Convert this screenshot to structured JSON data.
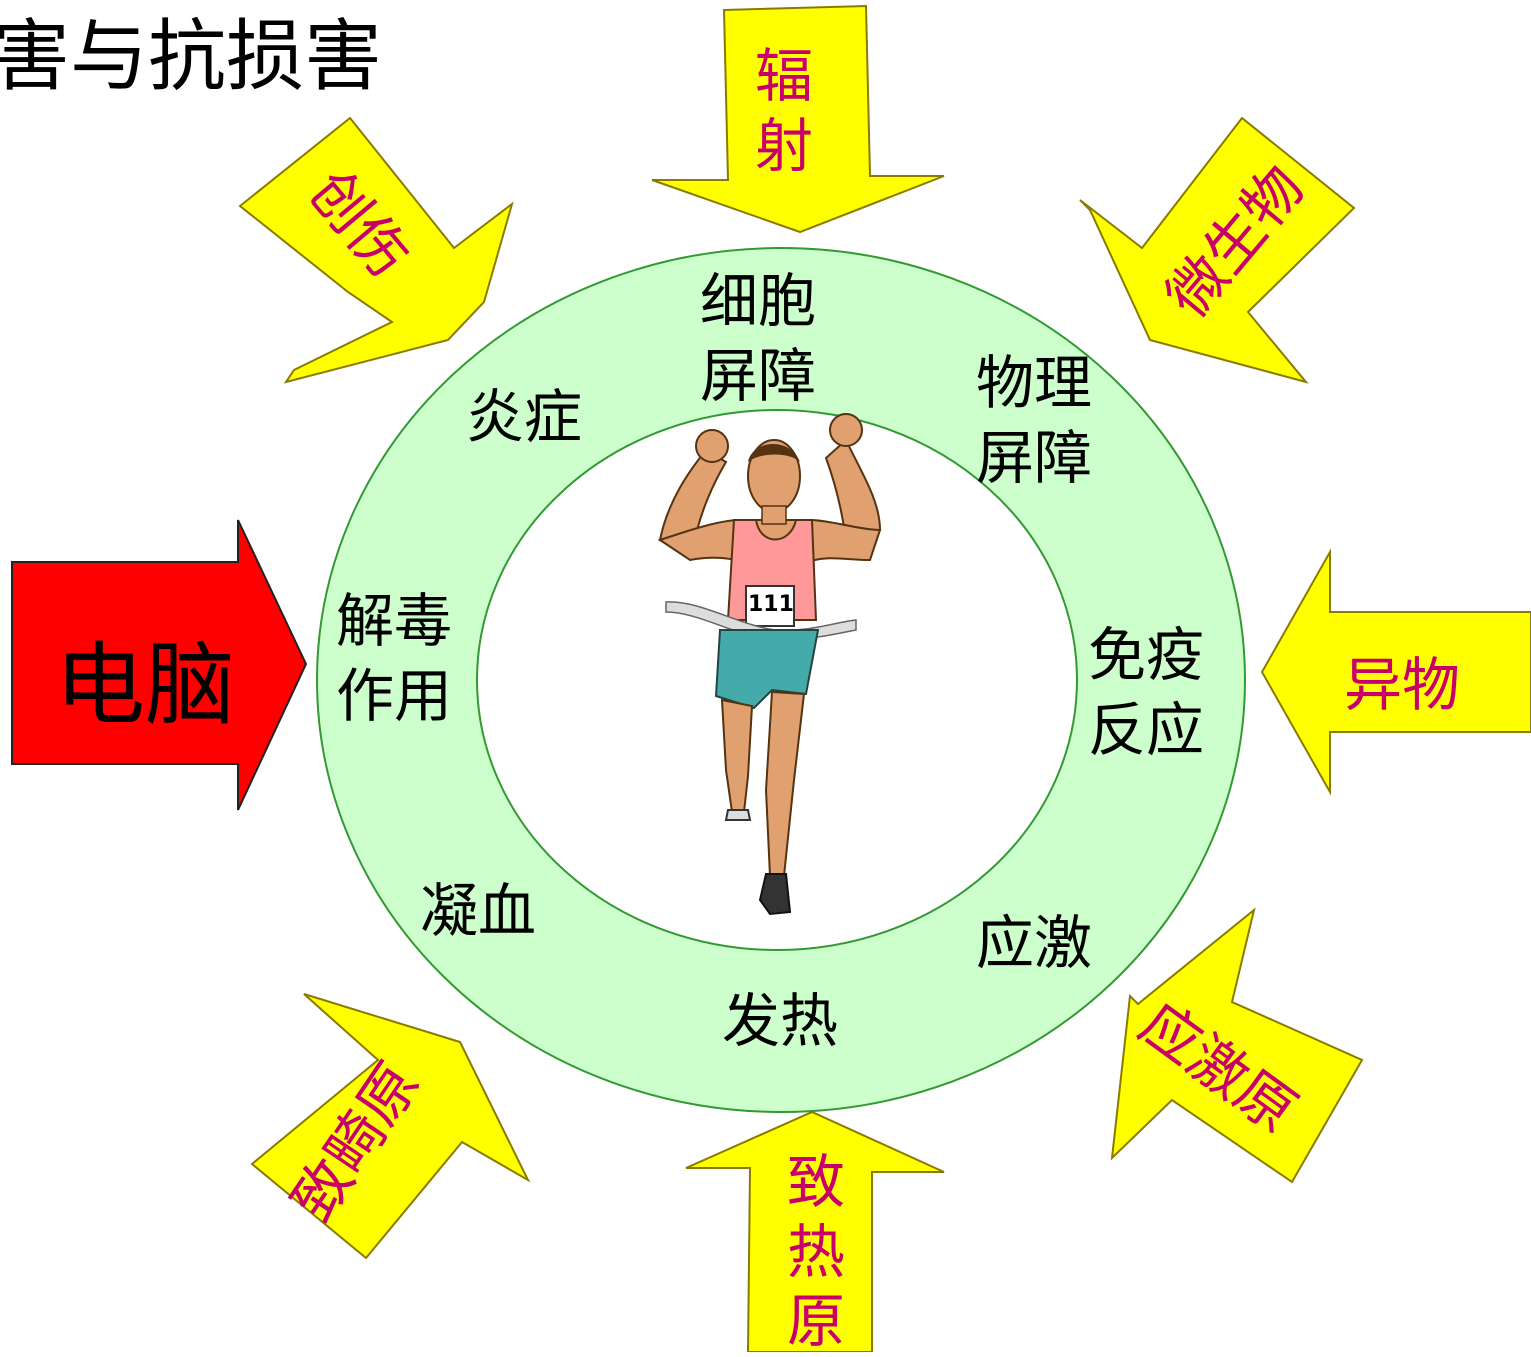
{
  "title": "害与抗损害",
  "colors": {
    "arrow_fill": "#ffff00",
    "arrow_stroke": "#8a7a00",
    "arrow_text": "#c8006a",
    "ring_fill": "#ccffcc",
    "ring_stroke": "#339933",
    "computer_arrow": "#ff0000"
  },
  "external_factors": {
    "radiation": "辐射",
    "trauma": "创伤",
    "microbes": "微生物",
    "foreign_body": "异物",
    "stressor": "应激原",
    "pyrogen": "致热原",
    "teratogen": "致畸原"
  },
  "computer_label": "电脑",
  "defenses": {
    "cell_barrier": "细胞\n屏障",
    "physical_barrier": "物理\n屏障",
    "inflammation": "炎症",
    "detox": "解毒\n作用",
    "immune": "免疫\n反应",
    "coagulation": "凝血",
    "stress": "应激",
    "fever": "发热"
  },
  "runner": {
    "bib_number": "111"
  }
}
